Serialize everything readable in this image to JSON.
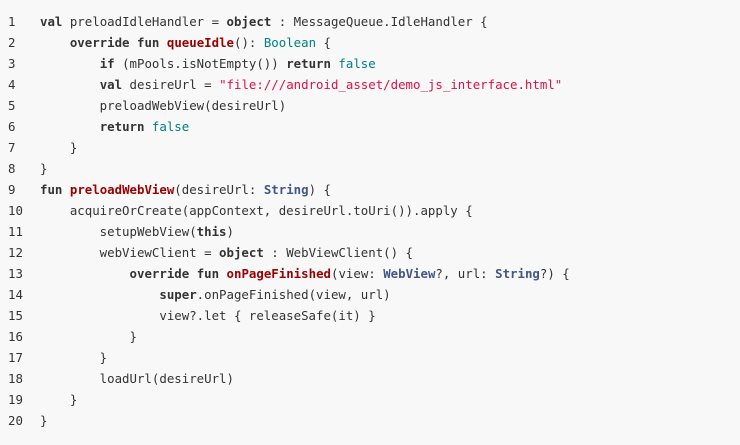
{
  "code": {
    "colors": {
      "background": "#f8f8f8",
      "text": "#333333",
      "function_name": "#990000",
      "type_name": "#445588",
      "literal": "#008080",
      "string": "#dd1144"
    },
    "lines": [
      {
        "number": "1",
        "tokens": [
          {
            "t": "val",
            "k": "kw"
          },
          {
            "t": " preloadIdleHandler = ",
            "k": "plain"
          },
          {
            "t": "object",
            "k": "kw"
          },
          {
            "t": " : MessageQueue.IdleHandler {",
            "k": "plain"
          }
        ]
      },
      {
        "number": "2",
        "tokens": [
          {
            "t": "    ",
            "k": "plain"
          },
          {
            "t": "override",
            "k": "kw"
          },
          {
            "t": " ",
            "k": "plain"
          },
          {
            "t": "fun",
            "k": "kw"
          },
          {
            "t": " ",
            "k": "plain"
          },
          {
            "t": "queueIdle",
            "k": "fn"
          },
          {
            "t": "(): ",
            "k": "plain"
          },
          {
            "t": "Boolean",
            "k": "lit"
          },
          {
            "t": " {",
            "k": "plain"
          }
        ]
      },
      {
        "number": "3",
        "tokens": [
          {
            "t": "        ",
            "k": "plain"
          },
          {
            "t": "if",
            "k": "kw"
          },
          {
            "t": " (mPools.isNotEmpty()) ",
            "k": "plain"
          },
          {
            "t": "return",
            "k": "kw"
          },
          {
            "t": " ",
            "k": "plain"
          },
          {
            "t": "false",
            "k": "lit"
          }
        ]
      },
      {
        "number": "4",
        "tokens": [
          {
            "t": "        ",
            "k": "plain"
          },
          {
            "t": "val",
            "k": "kw"
          },
          {
            "t": " desireUrl = ",
            "k": "plain"
          },
          {
            "t": "\"file:///android_asset/demo_js_interface.html\"",
            "k": "str"
          }
        ]
      },
      {
        "number": "5",
        "tokens": [
          {
            "t": "        preloadWebView(desireUrl)",
            "k": "plain"
          }
        ]
      },
      {
        "number": "6",
        "tokens": [
          {
            "t": "        ",
            "k": "plain"
          },
          {
            "t": "return",
            "k": "kw"
          },
          {
            "t": " ",
            "k": "plain"
          },
          {
            "t": "false",
            "k": "lit"
          }
        ]
      },
      {
        "number": "7",
        "tokens": [
          {
            "t": "    }",
            "k": "plain"
          }
        ]
      },
      {
        "number": "8",
        "tokens": [
          {
            "t": "}",
            "k": "plain"
          }
        ]
      },
      {
        "number": "9",
        "tokens": [
          {
            "t": "fun",
            "k": "kw"
          },
          {
            "t": " ",
            "k": "plain"
          },
          {
            "t": "preloadWebView",
            "k": "fn"
          },
          {
            "t": "(desireUrl: ",
            "k": "plain"
          },
          {
            "t": "String",
            "k": "type"
          },
          {
            "t": ") {",
            "k": "plain"
          }
        ]
      },
      {
        "number": "10",
        "tokens": [
          {
            "t": "    acquireOrCreate(appContext, desireUrl.toUri()).apply {",
            "k": "plain"
          }
        ]
      },
      {
        "number": "11",
        "tokens": [
          {
            "t": "        setupWebView(",
            "k": "plain"
          },
          {
            "t": "this",
            "k": "kw"
          },
          {
            "t": ")",
            "k": "plain"
          }
        ]
      },
      {
        "number": "12",
        "tokens": [
          {
            "t": "        webViewClient = ",
            "k": "plain"
          },
          {
            "t": "object",
            "k": "kw"
          },
          {
            "t": " : WebViewClient() {",
            "k": "plain"
          }
        ]
      },
      {
        "number": "13",
        "tokens": [
          {
            "t": "            ",
            "k": "plain"
          },
          {
            "t": "override",
            "k": "kw"
          },
          {
            "t": " ",
            "k": "plain"
          },
          {
            "t": "fun",
            "k": "kw"
          },
          {
            "t": " ",
            "k": "plain"
          },
          {
            "t": "onPageFinished",
            "k": "fn"
          },
          {
            "t": "(view: ",
            "k": "plain"
          },
          {
            "t": "WebView",
            "k": "type"
          },
          {
            "t": "?, url: ",
            "k": "plain"
          },
          {
            "t": "String",
            "k": "type"
          },
          {
            "t": "?) {",
            "k": "plain"
          }
        ]
      },
      {
        "number": "14",
        "tokens": [
          {
            "t": "                ",
            "k": "plain"
          },
          {
            "t": "super",
            "k": "kw"
          },
          {
            "t": ".onPageFinished(view, url)",
            "k": "plain"
          }
        ]
      },
      {
        "number": "15",
        "tokens": [
          {
            "t": "                view?.let { releaseSafe(it) }",
            "k": "plain"
          }
        ]
      },
      {
        "number": "16",
        "tokens": [
          {
            "t": "            }",
            "k": "plain"
          }
        ]
      },
      {
        "number": "17",
        "tokens": [
          {
            "t": "        }",
            "k": "plain"
          }
        ]
      },
      {
        "number": "18",
        "tokens": [
          {
            "t": "        loadUrl(desireUrl)",
            "k": "plain"
          }
        ]
      },
      {
        "number": "19",
        "tokens": [
          {
            "t": "    }",
            "k": "plain"
          }
        ]
      },
      {
        "number": "20",
        "tokens": [
          {
            "t": "}",
            "k": "plain"
          }
        ]
      }
    ]
  }
}
